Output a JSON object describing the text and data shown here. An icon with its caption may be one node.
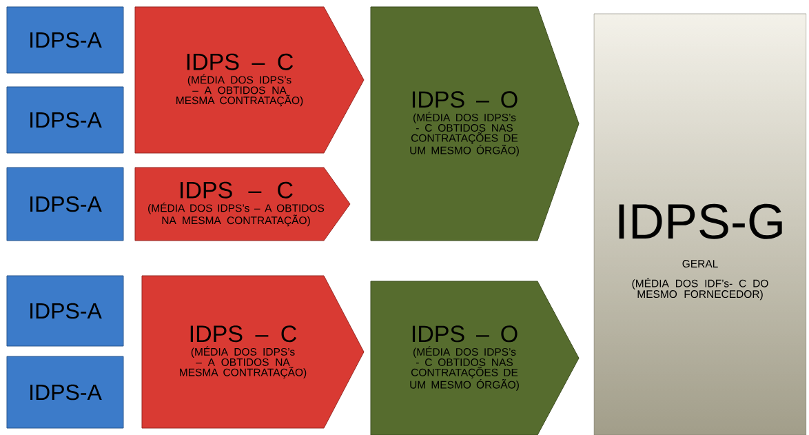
{
  "diagram": {
    "nodes": [
      {
        "text": [
          "IDPS-A"
        ]
      },
      {
        "text": [
          "IDPS-A"
        ]
      },
      {
        "text": [
          "IDPS-A"
        ]
      },
      {
        "text": [
          "IDPS-A"
        ]
      },
      {
        "text": [
          "IDPS-A"
        ]
      },
      {
        "text": [
          "IDPS – C",
          "(MÉDIA DOS IDPS’s – A OBTIDOS NA MESMA CONTRATAÇÃO)"
        ]
      },
      {
        "text": [
          "IDPS – C",
          "(MÉDIA DOS IDPS’s – A OBTIDOS NA MESMA CONTRATAÇÃO)"
        ]
      },
      {
        "text": [
          "IDPS – C",
          "(MÉDIA DOS IDPS’s – A OBTIDOS NA MESMA CONTRATAÇÃO)"
        ]
      },
      {
        "text": [
          "IDPS – O",
          "(MÉDIA DOS IDPS’s - C OBTIDOS NAS CONTRATAÇÕES DE UM MESMO ÓRGÃO)"
        ]
      },
      {
        "text": [
          "IDPS – O",
          "(MÉDIA DOS IDPS’s - C OBTIDOS NAS CONTRATAÇÕES DE UM MESMO ÓRGÃO)"
        ]
      },
      {
        "text": [
          "IDPS-G",
          "GERAL",
          "(MÉDIA DOS IDF’s- C DO MESMO FORNECEDOR)"
        ]
      }
    ]
  }
}
